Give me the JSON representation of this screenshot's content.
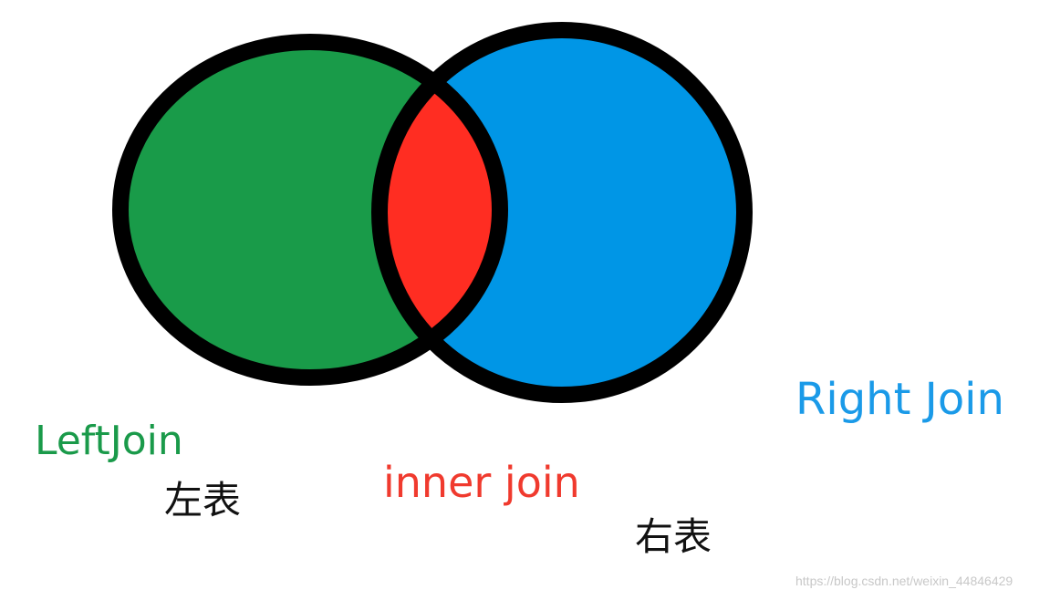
{
  "labels": {
    "left_join": "LeftJoin",
    "right_join": "Right Join",
    "inner_join": "inner join",
    "left_table": "左表",
    "right_table": "右表"
  },
  "watermark": "https://blog.csdn.net/weixin_44846429",
  "colors": {
    "left_fill": "#199b49",
    "right_fill": "#0096e6",
    "intersection_fill": "#ff2d22",
    "outline": "#000000"
  }
}
